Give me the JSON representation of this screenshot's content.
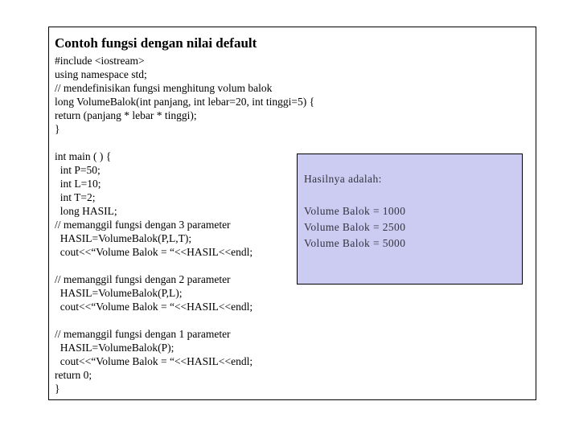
{
  "slide": {
    "title": "Contoh fungsi dengan nilai default",
    "code_lines": [
      "#include <iostream>",
      "using namespace std;",
      "// mendefinisikan fungsi menghitung volum balok",
      "long VolumeBalok(int panjang, int lebar=20, int tinggi=5) {",
      "return (panjang * lebar * tinggi);",
      "}",
      "",
      "int main ( ) {",
      "  int P=50;",
      "  int L=10;",
      "  int T=2;",
      "  long HASIL;",
      "// memanggil fungsi dengan 3 parameter",
      "  HASIL=VolumeBalok(P,L,T);",
      "  cout<<“Volume Balok = “<<HASIL<<endl;",
      "",
      "// memanggil fungsi dengan 2 parameter",
      "  HASIL=VolumeBalok(P,L);",
      "  cout<<“Volume Balok = “<<HASIL<<endl;",
      "",
      "// memanggil fungsi dengan 1 parameter",
      "  HASIL=VolumeBalok(P);",
      "  cout<<“Volume Balok = “<<HASIL<<endl;",
      "return 0;",
      "}"
    ],
    "result_box": {
      "lines": [
        "Hasilnya adalah:",
        "",
        "Volume Balok = 1000",
        "Volume Balok = 2500",
        "Volume Balok = 5000"
      ],
      "background_color": "#ccccf2",
      "border_color": "#000000"
    }
  }
}
